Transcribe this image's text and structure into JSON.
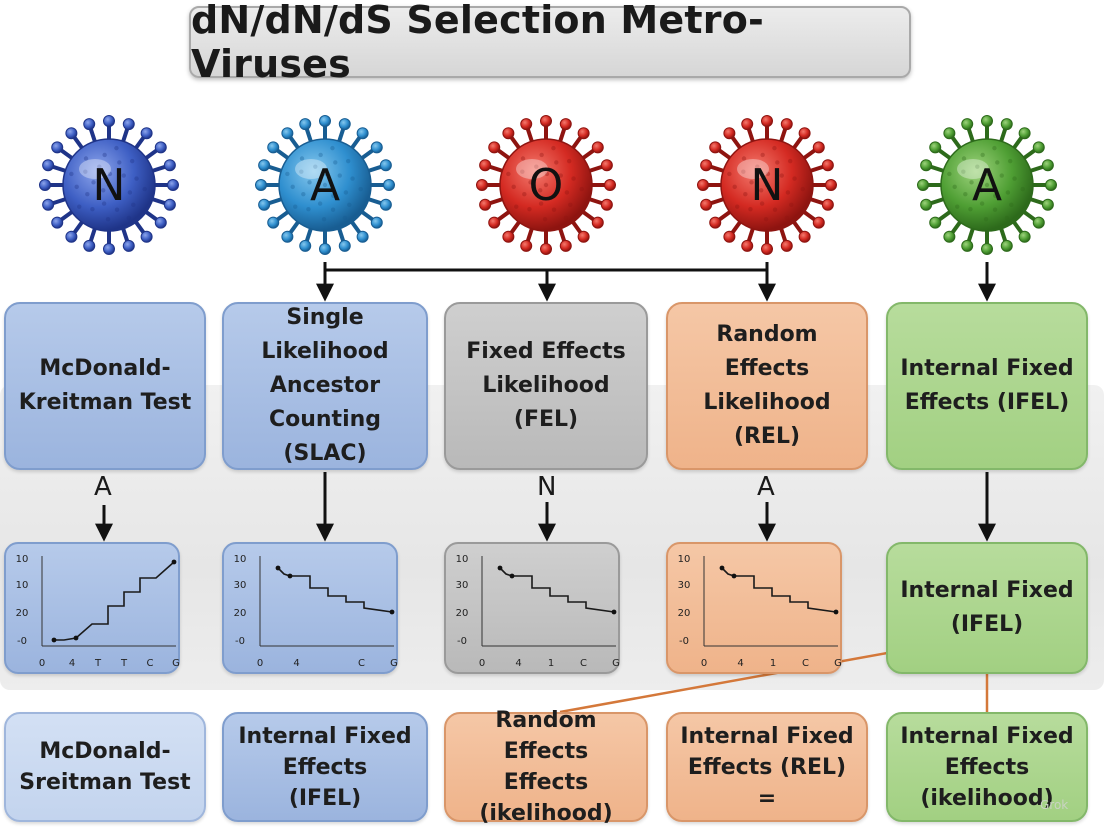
{
  "title": "dN/dN/dS Selection Metro-Viruses",
  "viruses": [
    {
      "letter": "N",
      "color": "#3e5fc4",
      "highlight": "#8ea6ec",
      "shade": "#1f3488"
    },
    {
      "letter": "A",
      "color": "#2f8fcf",
      "highlight": "#86c8ee",
      "shade": "#185d92"
    },
    {
      "letter": "O",
      "color": "#d42a22",
      "highlight": "#f47a6e",
      "shade": "#8e1410"
    },
    {
      "letter": "N",
      "color": "#d42a22",
      "highlight": "#f47a6e",
      "shade": "#8e1410"
    },
    {
      "letter": "A",
      "color": "#4f9f34",
      "highlight": "#9ed37d",
      "shade": "#2d6a1b"
    }
  ],
  "methods": [
    "McDonald-Kreitman Test",
    "Single Likelihood Ancestor Counting (SLAC)",
    "Fixed Effects Likelihood (FEL)",
    "Random Effects Likelihood (REL)",
    "Internal Fixed Effects (IFEL)"
  ],
  "method_lines": [
    [
      "McDonald-",
      "Kreitman Test"
    ],
    [
      "Single Likelihood",
      "Ancestor",
      "Counting",
      "(SLAC)"
    ],
    [
      "Fixed Effects",
      "Likelihood",
      "(FEL)"
    ],
    [
      "Random Effects",
      "Likelihood",
      "(REL)"
    ],
    [
      "Internal Fixed",
      "Effects (IFEL)"
    ]
  ],
  "arrow_labels": [
    "A",
    "N",
    "A"
  ],
  "charts": [
    {
      "y_ticks": [
        "10",
        "10",
        "20",
        "-0"
      ],
      "x_ticks": [
        "0",
        "4",
        "T",
        "T",
        "C",
        "G"
      ],
      "trend": "up"
    },
    {
      "y_ticks": [
        "10",
        "30",
        "20",
        "-0"
      ],
      "x_ticks": [
        "0",
        "4",
        "",
        "C",
        "G"
      ],
      "trend": "down"
    },
    {
      "y_ticks": [
        "10",
        "30",
        "20",
        "-0"
      ],
      "x_ticks": [
        "0",
        "4",
        "1",
        "C",
        "G"
      ],
      "trend": "down"
    },
    {
      "y_ticks": [
        "10",
        "30",
        "20",
        "-0"
      ],
      "x_ticks": [
        "0",
        "4",
        "1",
        "C",
        "G"
      ],
      "trend": "down"
    }
  ],
  "mid_green": [
    "Internal Fixed",
    "(IFEL)"
  ],
  "bottom": [
    [
      "McDonald-",
      "Sreitman Test"
    ],
    [
      "Internal Fixed",
      "Effects",
      "(IFEL)"
    ],
    [
      "Random Effects",
      "Effects",
      "(ikelihood)"
    ],
    [
      "Internal Fixed",
      "Effects (REL)",
      "="
    ],
    [
      "Internal Fixed",
      "Effects",
      "(ikelihood)"
    ]
  ],
  "watermark": "Grok",
  "colors": {
    "connector": "#111111",
    "orange_arrow": "#d4783a"
  }
}
